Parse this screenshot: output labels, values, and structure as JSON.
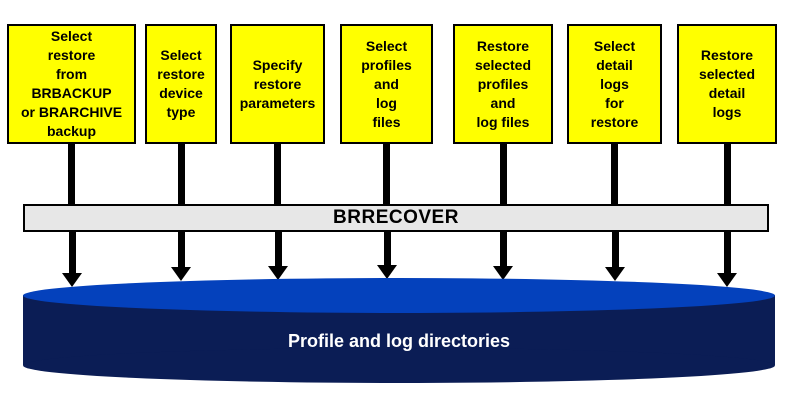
{
  "boxes": [
    {
      "label": "Select\nrestore\nfrom\nBRBACKUP\nor BRARCHIVE\nbackup"
    },
    {
      "label": "Select\nrestore\ndevice\ntype"
    },
    {
      "label": "Specify\nrestore\nparameters"
    },
    {
      "label": "Select\nprofiles\nand\nlog\nfiles"
    },
    {
      "label": "Restore\nselected\nprofiles\nand\nlog files"
    },
    {
      "label": "Select\ndetail\nlogs\nfor\nrestore"
    },
    {
      "label": "Restore\nselected\ndetail\nlogs"
    }
  ],
  "bar": {
    "label": "BRRECOVER"
  },
  "datastore": {
    "label": "Profile and log directories"
  },
  "colors": {
    "box_fill": "#FFFF00",
    "box_border": "#000000",
    "bar_fill": "#E7E7E7",
    "bar_border": "#000000",
    "arrow": "#000000",
    "disc_top_face": "#0441BC",
    "disc_side": "#0B1D55",
    "disc_text": "#FFFFFF"
  }
}
